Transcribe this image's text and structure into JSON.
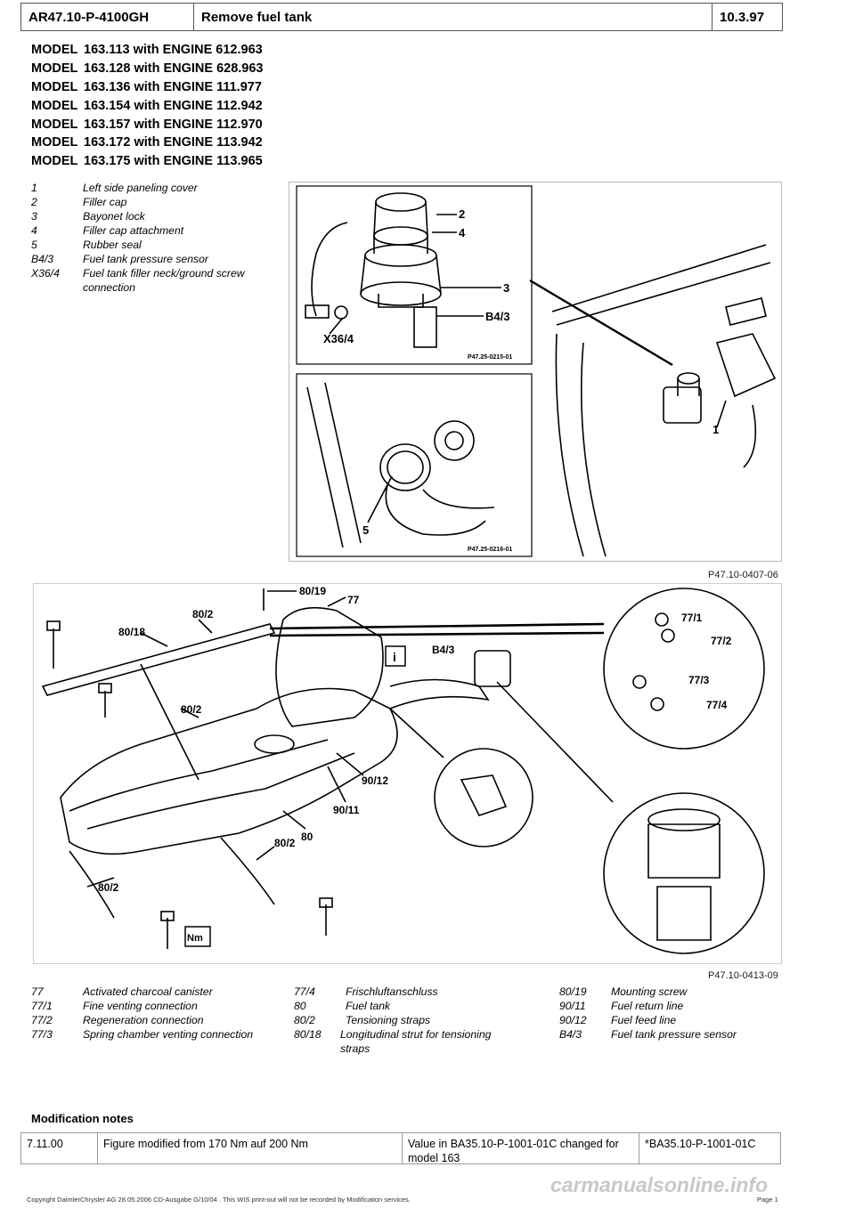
{
  "header": {
    "doc_id": "AR47.10-P-4100GH",
    "title": "Remove fuel tank",
    "date": "10.3.97"
  },
  "models": [
    {
      "label": "MODEL",
      "value": "163.113 with ENGINE 612.963"
    },
    {
      "label": "MODEL",
      "value": "163.128 with ENGINE 628.963"
    },
    {
      "label": "MODEL",
      "value": "163.136 with ENGINE 111.977"
    },
    {
      "label": "MODEL",
      "value": "163.154 with ENGINE 112.942"
    },
    {
      "label": "MODEL",
      "value": "163.157 with ENGINE 112.970"
    },
    {
      "label": "MODEL",
      "value": "163.172 with ENGINE 113.942"
    },
    {
      "label": "MODEL",
      "value": "163.175 with ENGINE 113.965"
    }
  ],
  "legend1": [
    {
      "key": "1",
      "text": "Left side paneling cover"
    },
    {
      "key": "2",
      "text": "Filler cap"
    },
    {
      "key": "3",
      "text": "Bayonet lock"
    },
    {
      "key": "4",
      "text": "Filler cap attachment"
    },
    {
      "key": "5",
      "text": "Rubber seal"
    },
    {
      "key": "B4/3",
      "text": "Fuel tank pressure sensor"
    },
    {
      "key": "X36/4",
      "text": "Fuel tank filler neck/ground screw connection"
    }
  ],
  "figure1": {
    "caption": "P47.10-0407-06",
    "inset1_code": "P47.25-0215-01",
    "inset2_code": "P47.25-0216-01",
    "callouts": [
      "2",
      "4",
      "3",
      "B4/3",
      "X36/4",
      "5",
      "1"
    ]
  },
  "figure2": {
    "caption": "P47.10-0413-09",
    "callouts": [
      "80/19",
      "77",
      "80/2",
      "80/18",
      "B4/3",
      "77/1",
      "77/2",
      "77/3",
      "77/4",
      "80/2",
      "90/12",
      "90/11",
      "80",
      "80/2",
      "80/2",
      "i",
      "Nm"
    ]
  },
  "legend2": [
    [
      {
        "key": "77",
        "text": "Activated charcoal canister"
      },
      {
        "key": "77/1",
        "text": "Fine venting connection"
      },
      {
        "key": "77/2",
        "text": "Regeneration connection"
      },
      {
        "key": "77/3",
        "text": "Spring chamber venting connection"
      }
    ],
    [
      {
        "key": "77/4",
        "text": "Frischluftanschluss"
      },
      {
        "key": "80",
        "text": "Fuel tank"
      },
      {
        "key": "80/2",
        "text": "Tensioning straps"
      },
      {
        "key": "80/18",
        "text": "Longitudinal strut for tensioning straps"
      }
    ],
    [
      {
        "key": "80/19",
        "text": "Mounting screw"
      },
      {
        "key": "90/11",
        "text": "Fuel return line"
      },
      {
        "key": "90/12",
        "text": "Fuel feed line"
      },
      {
        "key": "B4/3",
        "text": "Fuel tank pressure sensor"
      }
    ]
  ],
  "modification": {
    "heading": "Modification notes",
    "row": [
      "7.11.00",
      "Figure modified from 170 Nm auf 200 Nm",
      "Value in BA35.10-P-1001-01C changed for model 163",
      "*BA35.10-P-1001-01C"
    ]
  },
  "footer": {
    "copyright": "Copyright DaimlerChrysler AG  28.05.2006 CD-Ausgabe G/10/04 . This WIS print-out will not be recorded by Modification services.",
    "page": "Page 1",
    "watermark": "carmanualsonline.info"
  }
}
